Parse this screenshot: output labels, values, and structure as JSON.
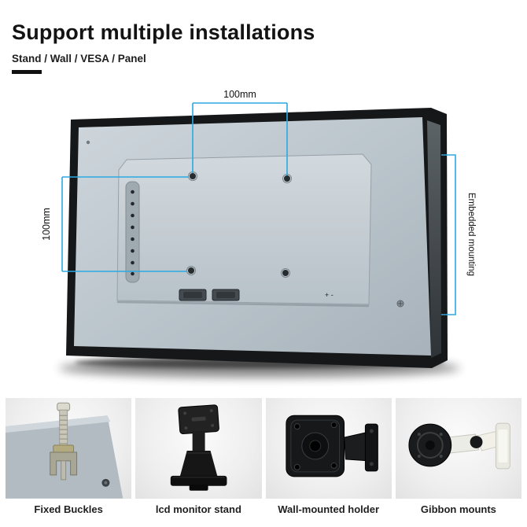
{
  "header": {
    "title": "Support multiple installations",
    "subtitle": "Stand / Wall / VESA / Panel"
  },
  "diagram": {
    "dim_horizontal_label": "100mm",
    "dim_vertical_label": "100mm",
    "side_label": "Embedded mounting",
    "port_polarity_marks": "+ -",
    "colors": {
      "dimension_accent": "#2BA9E1",
      "monitor_face": "#b9c3ca",
      "monitor_frame": "#151719"
    }
  },
  "products": [
    {
      "caption": "Fixed Buckles"
    },
    {
      "caption": "lcd monitor stand"
    },
    {
      "caption": "Wall-mounted holder"
    },
    {
      "caption": "Gibbon mounts"
    }
  ]
}
